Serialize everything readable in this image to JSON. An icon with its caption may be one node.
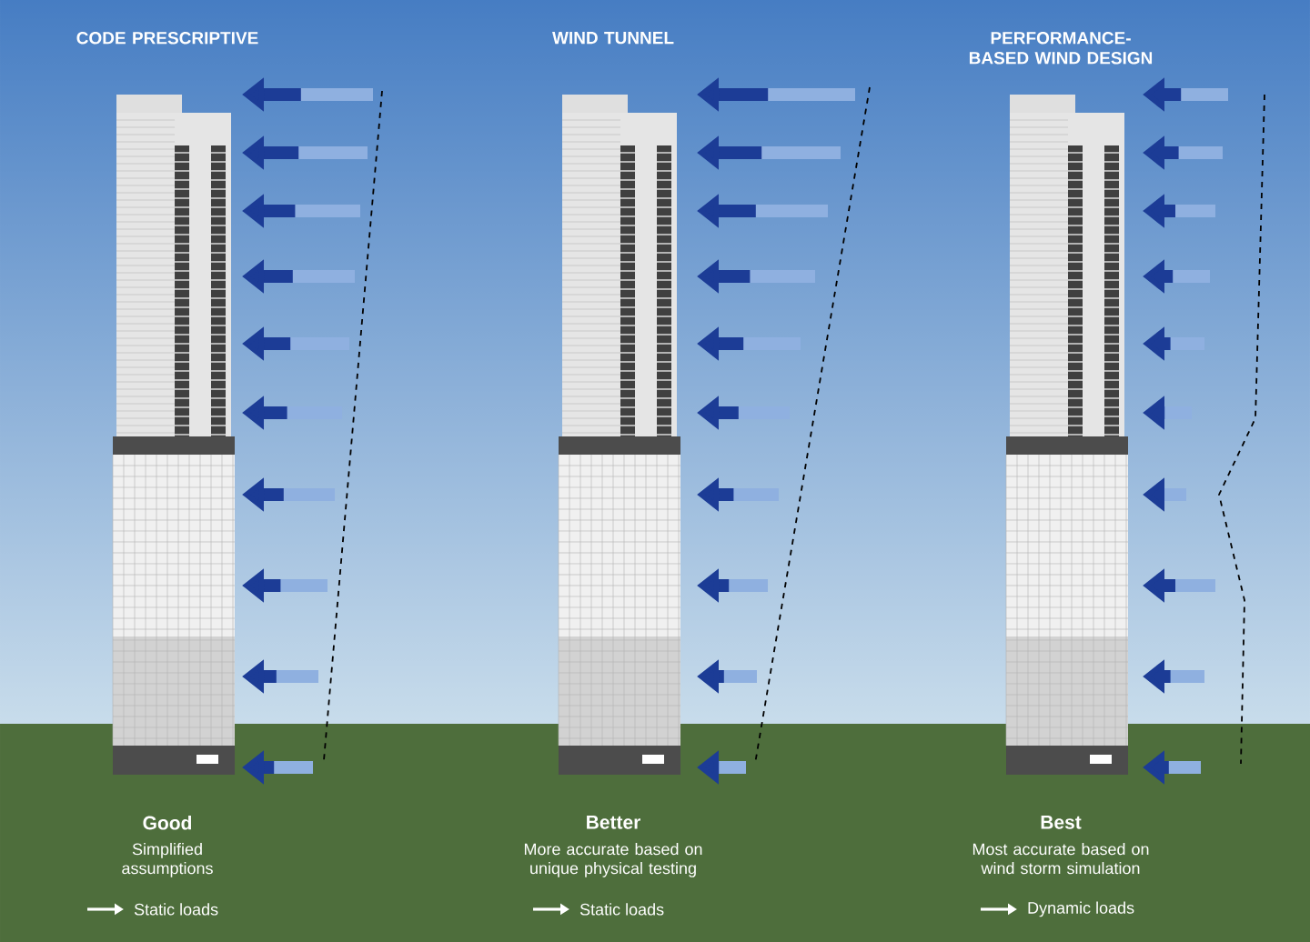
{
  "diagram": {
    "labels": [
      "CODE PRESCRIPTIVE",
      "WIND TUNNEL",
      "PERFORMANCE-BASED WIND DESIGN",
      "Good",
      "Simplified assumptions",
      "Static loads",
      "Better",
      "More accurate based on unique physical testing",
      "Static loads",
      "Best",
      "Most accurate based on wind storm simulation",
      "Dynamic loads"
    ]
  }
}
